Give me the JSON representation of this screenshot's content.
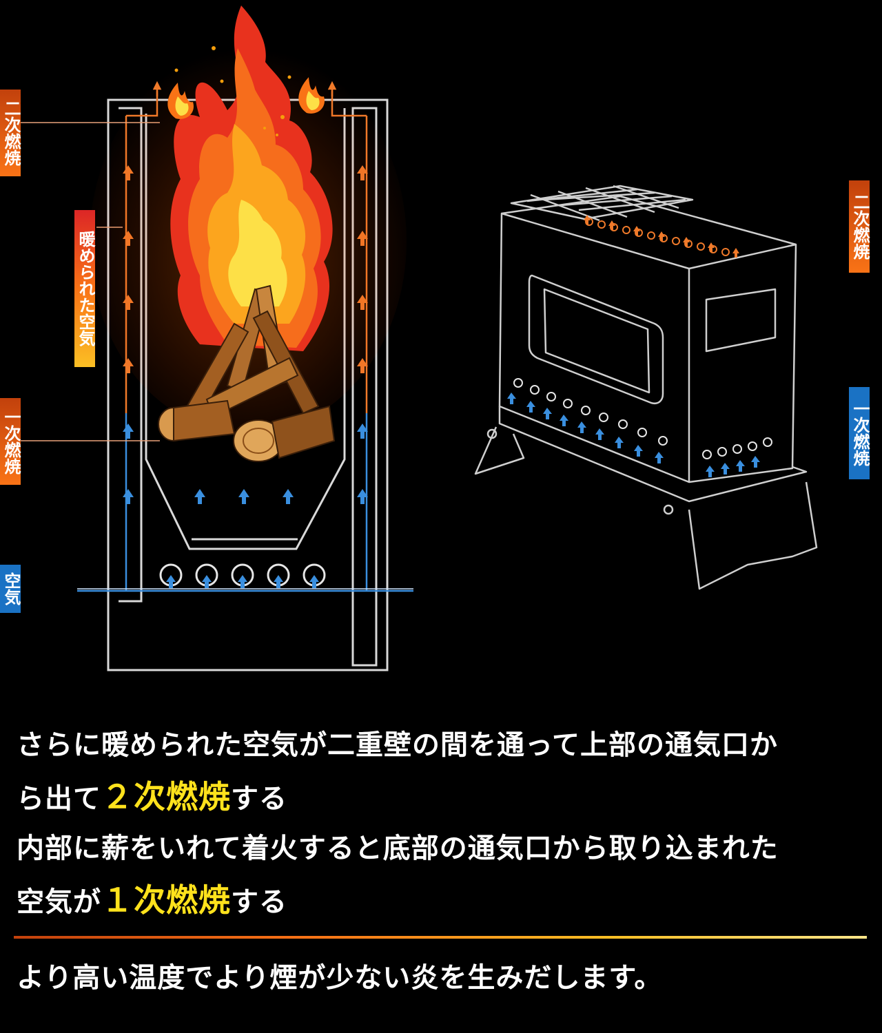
{
  "labels": {
    "secondary_left": "二次燃焼",
    "warmed_air": "暖められた空気",
    "primary_left": "一次燃焼",
    "air": "空気",
    "secondary_right": "二次燃焼",
    "primary_right": "一次燃焼"
  },
  "caption": {
    "line1": "さらに暖められた空気が二重壁の間を通って上部の通気口か",
    "line2_pre": "ら出て",
    "line2_hl": "２次燃焼",
    "line2_post": "する",
    "line3": "内部に薪をいれて着火すると底部の通気口から取り込まれた",
    "line4_pre": "空気が",
    "line4_hl": "１次燃焼",
    "line4_post": "する",
    "summary": "より高い温度でより煙が少ない炎を生みだします。"
  },
  "colors": {
    "secondary_label_bg": "#e25a16",
    "primary_right_label_bg": "#1a72c4",
    "air_label_bg": "#1a72c4",
    "highlight": "#ffe21c",
    "arrow_orange": "#f07a2a",
    "arrow_blue": "#3a8fdf"
  }
}
